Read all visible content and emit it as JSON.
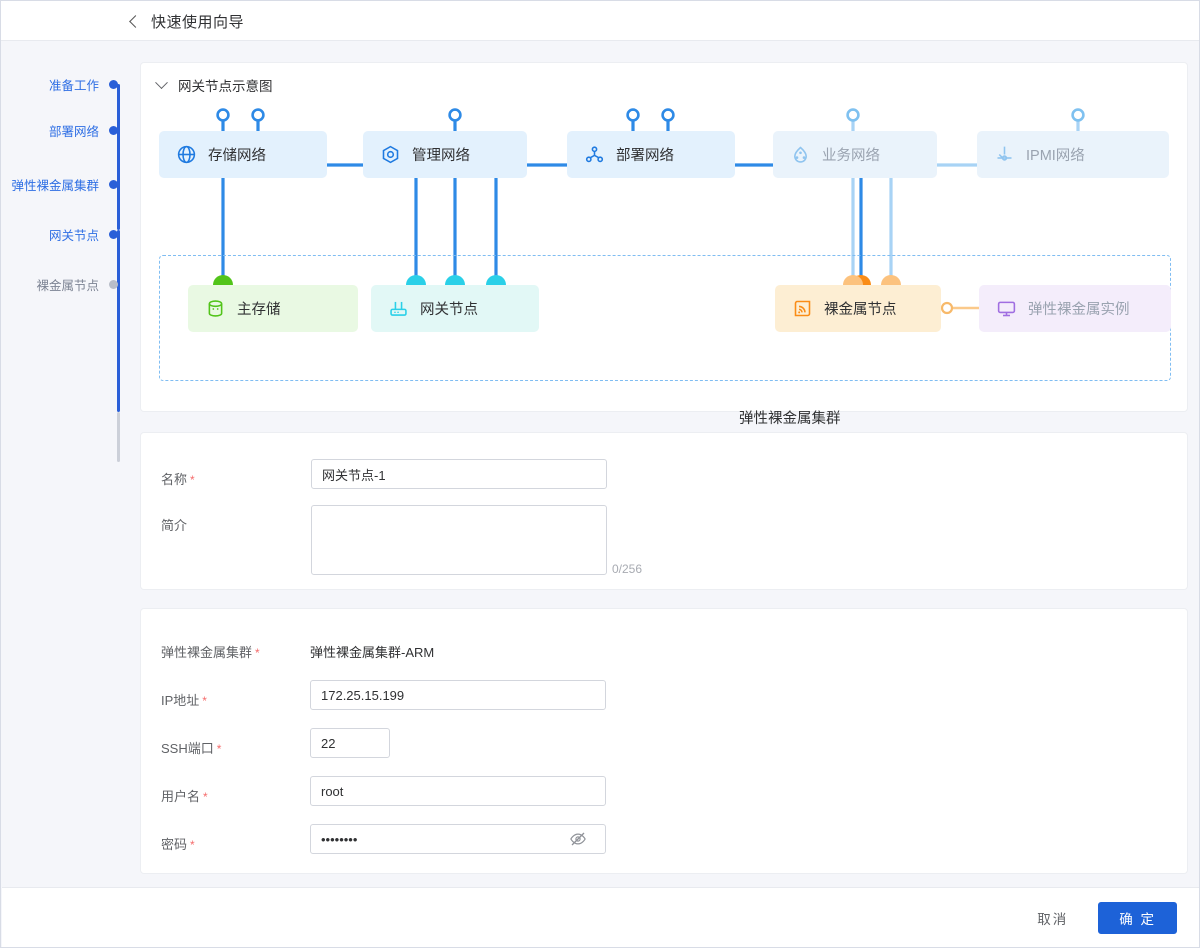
{
  "header": {
    "title": "快速使用向导",
    "back_icon": "chevron-left-icon"
  },
  "steps": [
    {
      "label": "准备工作",
      "state": "done"
    },
    {
      "label": "部署网络",
      "state": "done"
    },
    {
      "label": "弹性裸金属集群",
      "state": "done"
    },
    {
      "label": "网关节点",
      "state": "done"
    },
    {
      "label": "裸金属节点",
      "state": "todo"
    }
  ],
  "diagram": {
    "collapse_title": "网关节点示意图",
    "collapse_icon": "chevron-down-icon",
    "cluster_caption": "弹性裸金属集群",
    "networks": [
      {
        "label": "存储网络",
        "icon": "globe-icon",
        "enabled": true
      },
      {
        "label": "管理网络",
        "icon": "target-icon",
        "enabled": true
      },
      {
        "label": "部署网络",
        "icon": "share-nodes-icon",
        "enabled": true
      },
      {
        "label": "业务网络",
        "icon": "cloud-nodes-icon",
        "enabled": false
      },
      {
        "label": "IPMI网络",
        "icon": "ipmi-probe-icon",
        "enabled": false
      }
    ],
    "nodes": [
      {
        "label": "主存储",
        "icon": "database-icon",
        "enabled": true
      },
      {
        "label": "网关节点",
        "icon": "router-icon",
        "enabled": true
      },
      {
        "label": "裸金属节点",
        "icon": "signal-icon",
        "enabled": true
      },
      {
        "label": "弹性裸金属实例",
        "icon": "monitor-icon",
        "enabled": false
      }
    ],
    "colors": {
      "link_active": "#2e8ae6",
      "link_muted": "#a8d3f5",
      "box_bg": "#e3f1fd",
      "cluster_border": "#7fbdf2",
      "storage_accent": "#52c41a",
      "gateway_accent": "#2ad0e8",
      "bare_accent": "#fa8c16",
      "instance_accent": "#a06ee1"
    }
  },
  "form_basic": {
    "name": {
      "label": "名称",
      "required": true,
      "value": "网关节点-1"
    },
    "desc": {
      "label": "简介",
      "required": false,
      "value": "",
      "placeholder": "",
      "counter": "0/256"
    }
  },
  "form_conn": {
    "cluster": {
      "label": "弹性裸金属集群",
      "required": true,
      "value": "弹性裸金属集群-ARM"
    },
    "ip": {
      "label": "IP地址",
      "required": true,
      "value": "172.25.15.199"
    },
    "ssh_port": {
      "label": "SSH端口",
      "required": true,
      "value": "22"
    },
    "username": {
      "label": "用户名",
      "required": true,
      "value": "root"
    },
    "password": {
      "label": "密码",
      "required": true,
      "value": "••••••••",
      "toggle_icon": "eye-slash-icon"
    }
  },
  "footer": {
    "cancel_label": "取消",
    "confirm_label": "确 定",
    "primary_color": "#1d62d8"
  }
}
